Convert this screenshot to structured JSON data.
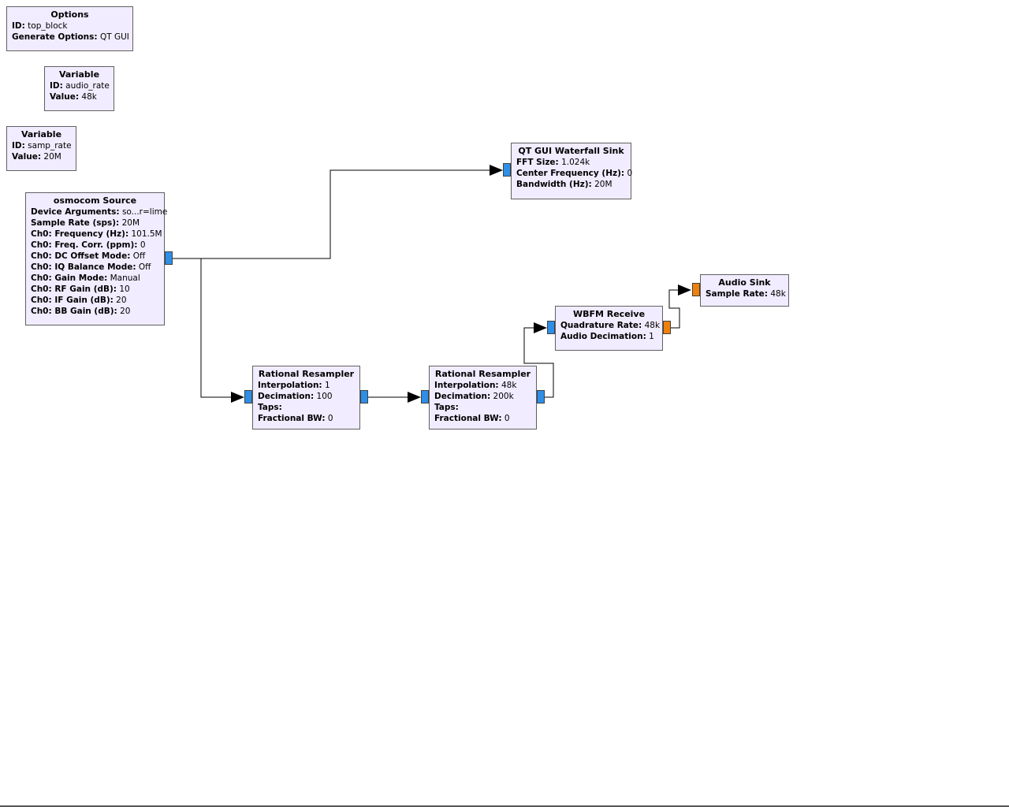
{
  "blocks": {
    "options": {
      "title": "Options",
      "params": [
        {
          "key": "ID:",
          "value": "top_block"
        },
        {
          "key": "Generate Options:",
          "value": "QT GUI"
        }
      ]
    },
    "var_audio_rate": {
      "title": "Variable",
      "params": [
        {
          "key": "ID:",
          "value": "audio_rate"
        },
        {
          "key": "Value:",
          "value": "48k"
        }
      ]
    },
    "var_samp_rate": {
      "title": "Variable",
      "params": [
        {
          "key": "ID:",
          "value": "samp_rate"
        },
        {
          "key": "Value:",
          "value": "20M"
        }
      ]
    },
    "osmocom": {
      "title": "osmocom Source",
      "params": [
        {
          "key": "Device Arguments:",
          "value": "so...r=lime"
        },
        {
          "key": "Sample Rate (sps):",
          "value": "20M"
        },
        {
          "key": "Ch0: Frequency (Hz):",
          "value": "101.5M"
        },
        {
          "key": "Ch0: Freq. Corr. (ppm):",
          "value": "0"
        },
        {
          "key": "Ch0: DC Offset Mode:",
          "value": "Off"
        },
        {
          "key": "Ch0: IQ Balance Mode:",
          "value": "Off"
        },
        {
          "key": "Ch0: Gain Mode:",
          "value": "Manual"
        },
        {
          "key": "Ch0: RF Gain (dB):",
          "value": "10"
        },
        {
          "key": "Ch0: IF Gain (dB):",
          "value": "20"
        },
        {
          "key": "Ch0: BB Gain (dB):",
          "value": "20"
        }
      ]
    },
    "waterfall": {
      "title": "QT GUI Waterfall Sink",
      "params": [
        {
          "key": "FFT Size:",
          "value": "1.024k"
        },
        {
          "key": "Center Frequency (Hz):",
          "value": "0"
        },
        {
          "key": "Bandwidth (Hz):",
          "value": "20M"
        }
      ]
    },
    "resampler1": {
      "title": "Rational Resampler",
      "params": [
        {
          "key": "Interpolation:",
          "value": "1"
        },
        {
          "key": "Decimation:",
          "value": "100"
        },
        {
          "key": "Taps:",
          "value": ""
        },
        {
          "key": "Fractional BW:",
          "value": "0"
        }
      ]
    },
    "resampler2": {
      "title": "Rational Resampler",
      "params": [
        {
          "key": "Interpolation:",
          "value": "48k"
        },
        {
          "key": "Decimation:",
          "value": "200k"
        },
        {
          "key": "Taps:",
          "value": ""
        },
        {
          "key": "Fractional BW:",
          "value": "0"
        }
      ]
    },
    "wbfm": {
      "title": "WBFM Receive",
      "params": [
        {
          "key": "Quadrature Rate:",
          "value": "48k"
        },
        {
          "key": "Audio Decimation:",
          "value": "1"
        }
      ]
    },
    "audio_sink": {
      "title": "Audio Sink",
      "params": [
        {
          "key": "Sample Rate:",
          "value": "48k"
        }
      ]
    }
  },
  "colors": {
    "block_fill": "#f1ecff",
    "block_border": "#606060",
    "port_complex": "#2d8fe6",
    "port_float": "#f0800c",
    "wire": "#000000"
  }
}
